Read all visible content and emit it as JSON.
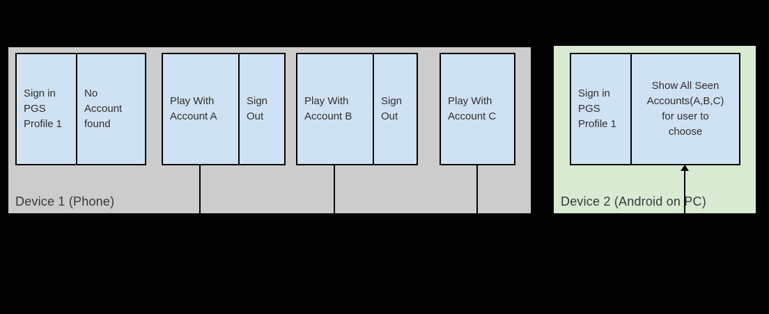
{
  "colors": {
    "background": "#000000",
    "device1_bg": "#cccccc",
    "device2_bg": "#d9ead3",
    "step_box_bg": "#cfe2f3",
    "step_box_border": "#000000",
    "text": "#2e2e2e"
  },
  "device1": {
    "label": "Device 1 (Phone)",
    "steps": {
      "sign_in": "Sign in\nPGS\nProfile 1",
      "no_account": "No\nAccount\nfound",
      "play_a": "Play With\nAccount A",
      "sign_out_a": "Sign\nOut",
      "play_b": "Play With\nAccount B",
      "sign_out_b": "Sign\nOut",
      "play_c": "Play With\nAccount C"
    }
  },
  "device2": {
    "label": "Device 2 (Android on PC)",
    "steps": {
      "sign_in": "Sign in\nPGS\nProfile 1",
      "show_accounts": "Show All Seen\nAccounts(A,B,C)\nfor user to\nchoose"
    }
  }
}
